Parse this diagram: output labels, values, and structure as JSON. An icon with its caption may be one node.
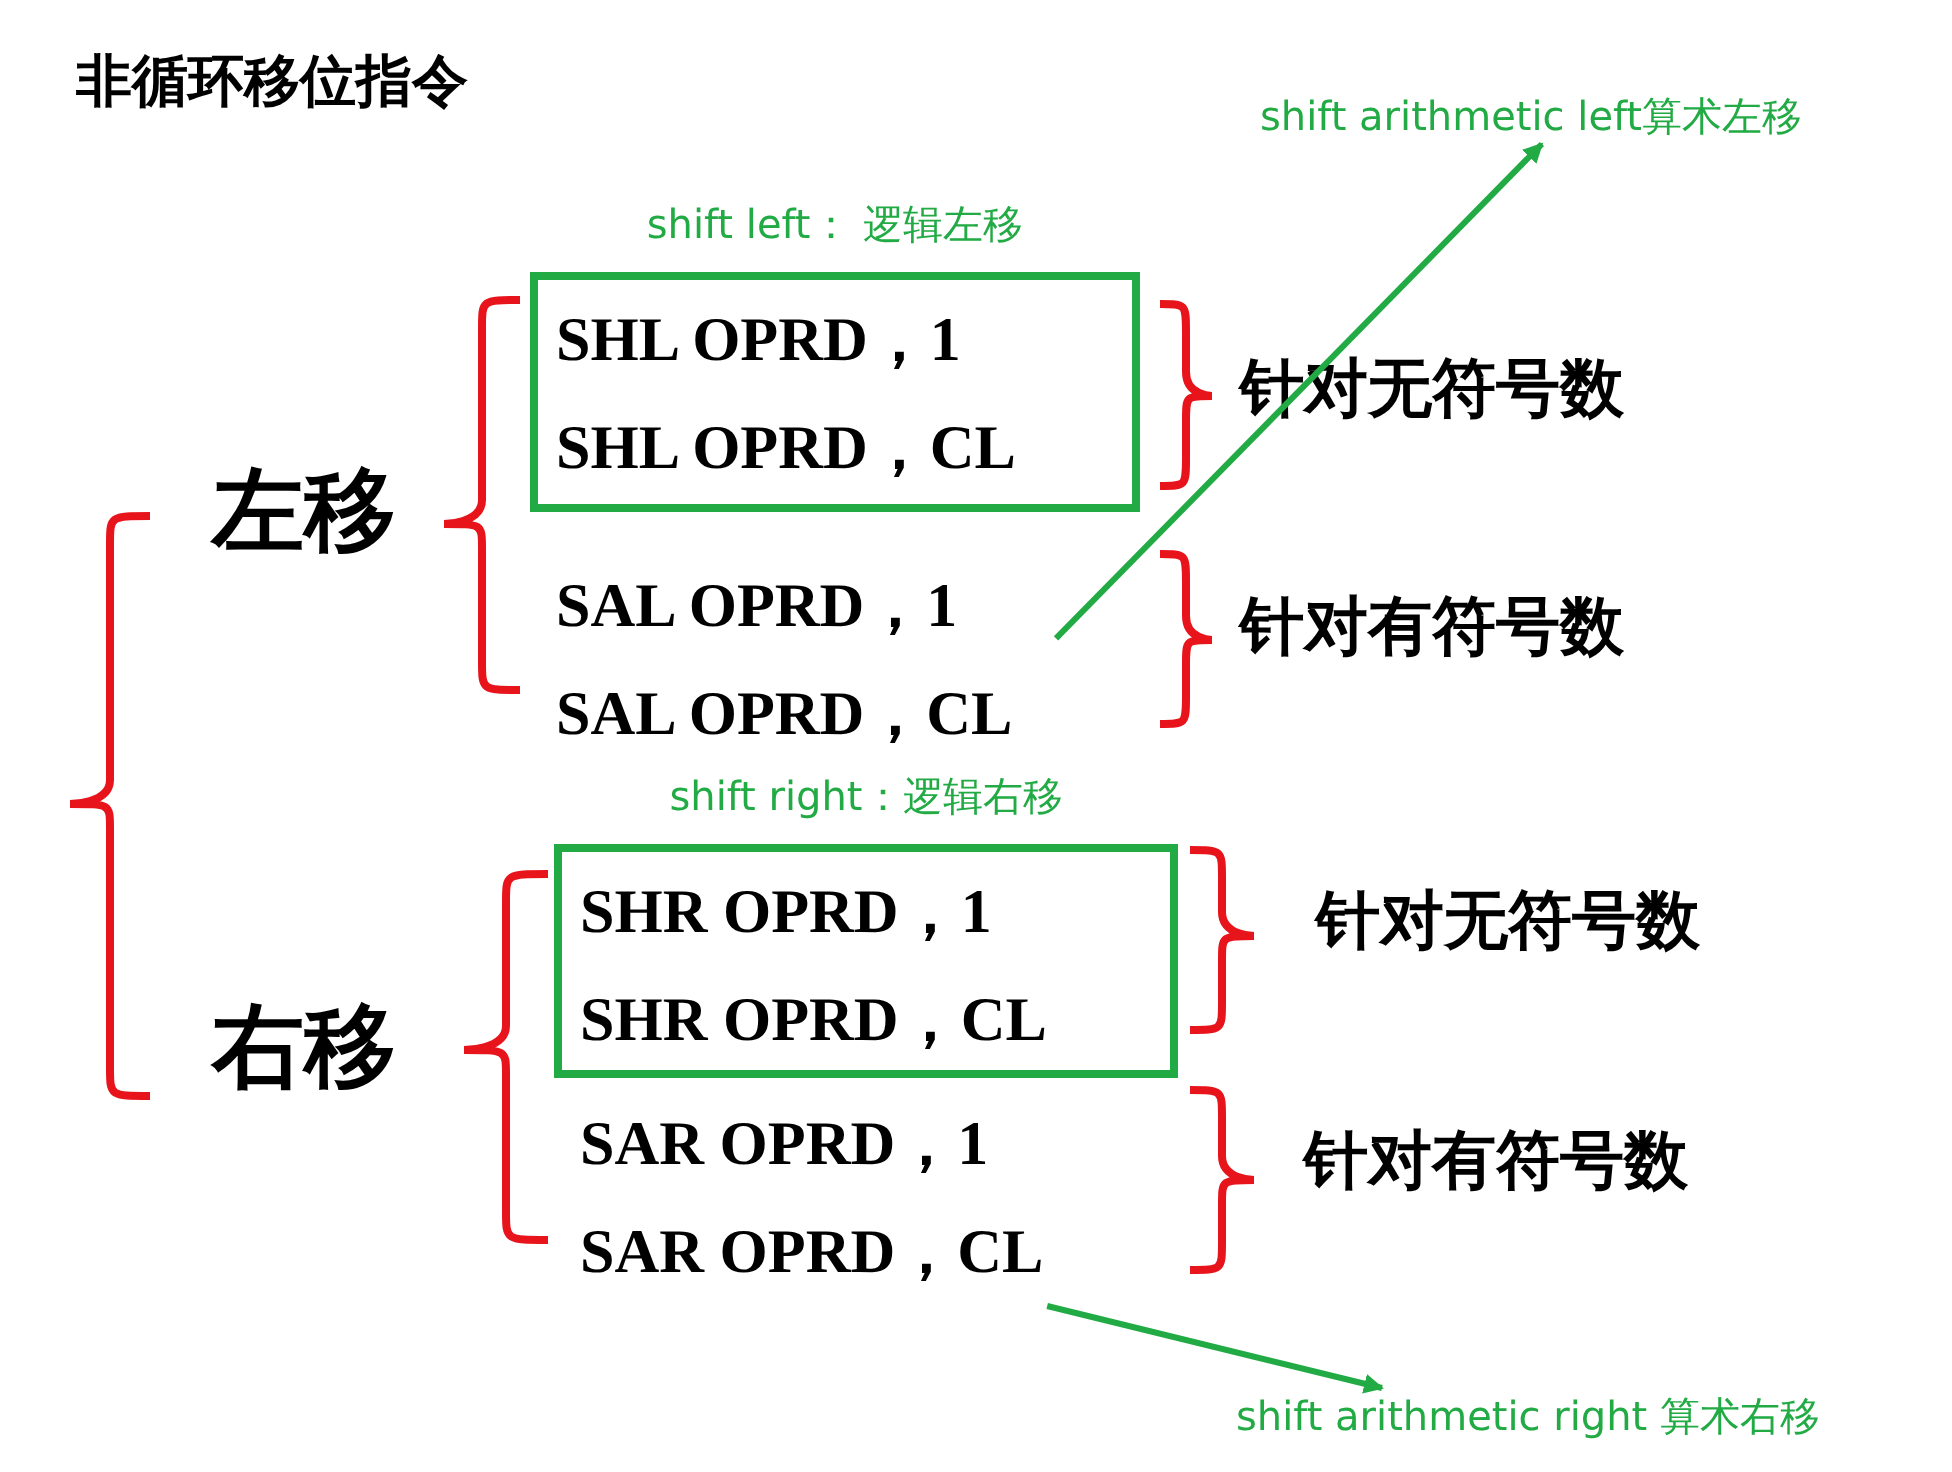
{
  "diagram": {
    "title": "非循环移位指令",
    "nodes": [
      {
        "text": [
          "shift left： 逻辑左移",
          "SHL OPRD，1",
          "SHL OPRD，CL"
        ]
      },
      {
        "text": [
          "SAL OPRD，1",
          "SAL OPRD，CL"
        ]
      },
      {
        "text": [
          "shift right：逻辑右移",
          "SHR OPRD，1",
          "SHR OPRD，CL"
        ]
      },
      {
        "text": [
          "SAR OPRD，1",
          "SAR OPRD，CL"
        ]
      },
      {
        "text": [
          "shift arithmetic left算术左移"
        ]
      },
      {
        "text": [
          "shift arithmetic right 算术右移"
        ]
      }
    ],
    "edges": [
      {
        "from": 1,
        "to": 4,
        "arrow": "to"
      },
      {
        "from": 3,
        "to": 5,
        "arrow": "to"
      }
    ],
    "labels": [
      "左移",
      "针对无符号数",
      "针对有符号数",
      "右移",
      "针对无符号数",
      "针对有符号数"
    ]
  }
}
